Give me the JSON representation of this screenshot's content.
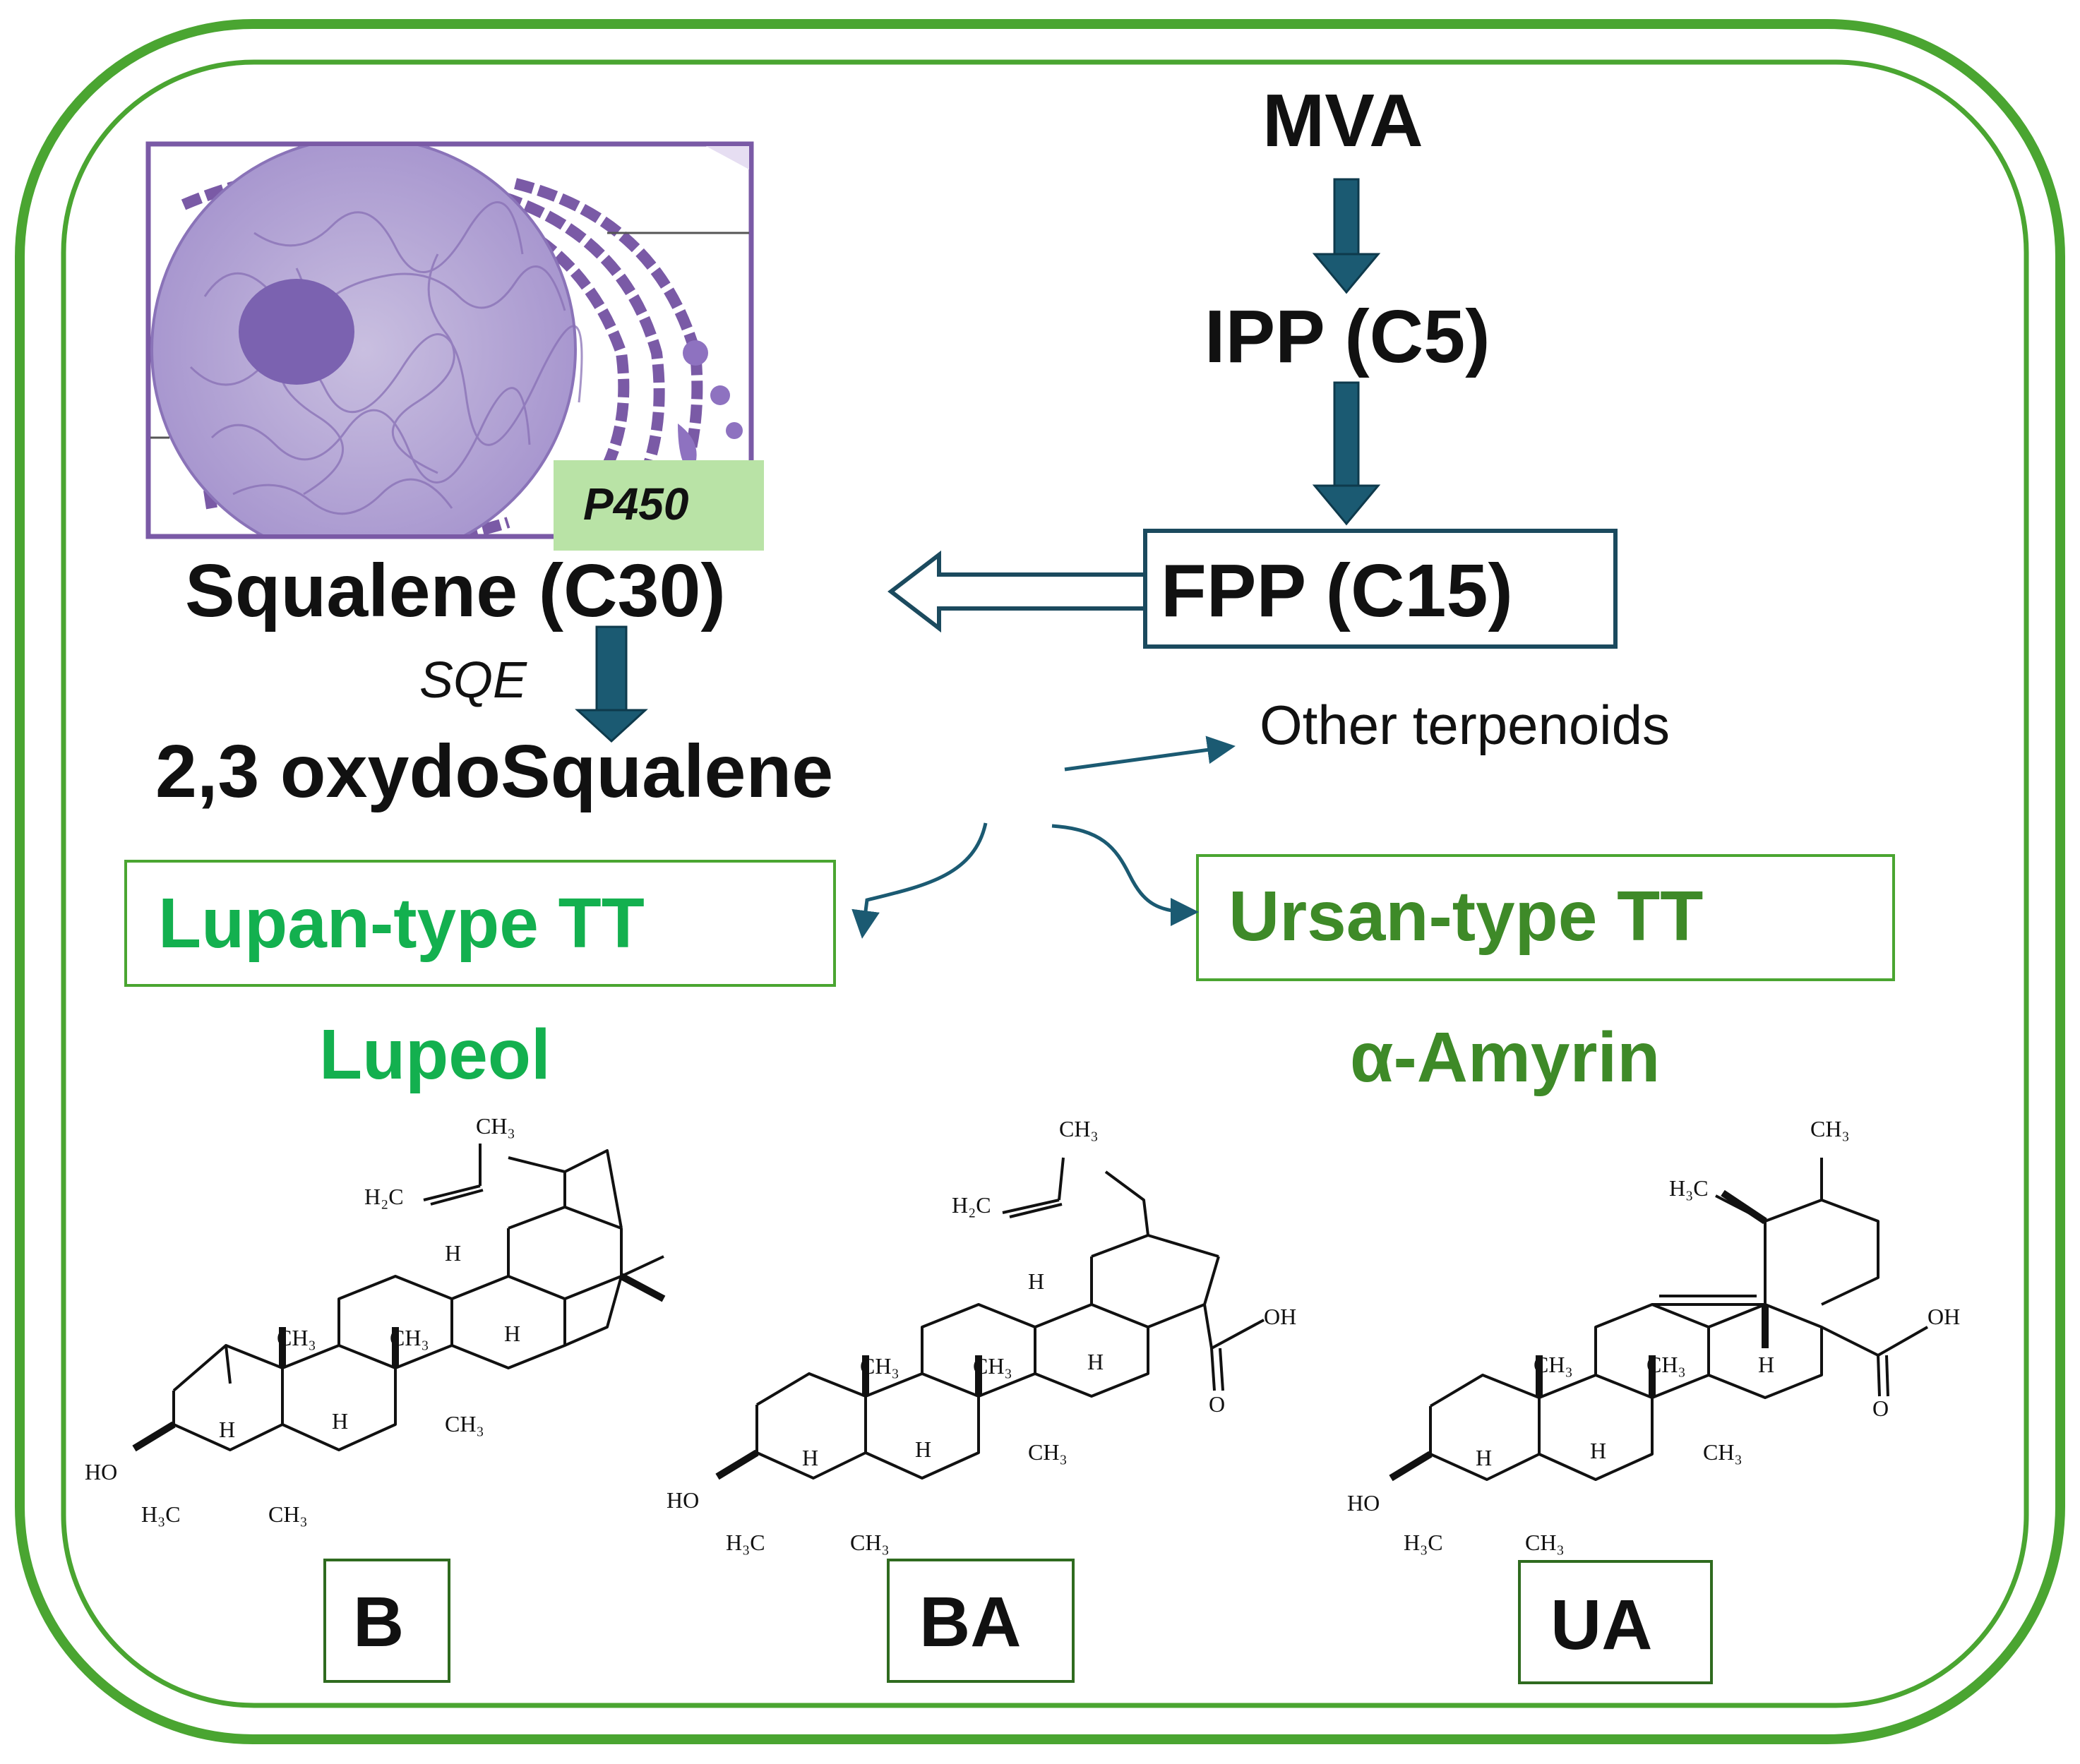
{
  "pathway": {
    "mva": "MVA",
    "ipp": "IPP (C5)",
    "fpp": "FPP (C15)",
    "squalene": "Squalene (C30)",
    "sqe": "SQE",
    "oxydosqualene": "2,3 oxydoSqualene",
    "other": "Other terpenoids",
    "p450": "P450"
  },
  "types": {
    "lupan": "Lupan-type TT",
    "ursan": "Ursan-type TT",
    "lupeol": "Lupeol",
    "amyrin": "α-Amyrin"
  },
  "compounds": [
    {
      "label": "B"
    },
    {
      "label": "BA"
    },
    {
      "label": "UA"
    }
  ],
  "atoms": {
    "ch3": "CH₃",
    "h3c": "H₃C",
    "h2c": "H₂C",
    "h": "H",
    "ho": "HO",
    "oh": "OH",
    "o": "O"
  },
  "colors": {
    "frame_green": "#4aa531",
    "lupan_green": "#13b04f",
    "ursan_green": "#3e8a28",
    "arrow_teal": "#1b5a72",
    "er_purple": "#7a5aa6",
    "p450_bg": "#b9e3a6"
  }
}
